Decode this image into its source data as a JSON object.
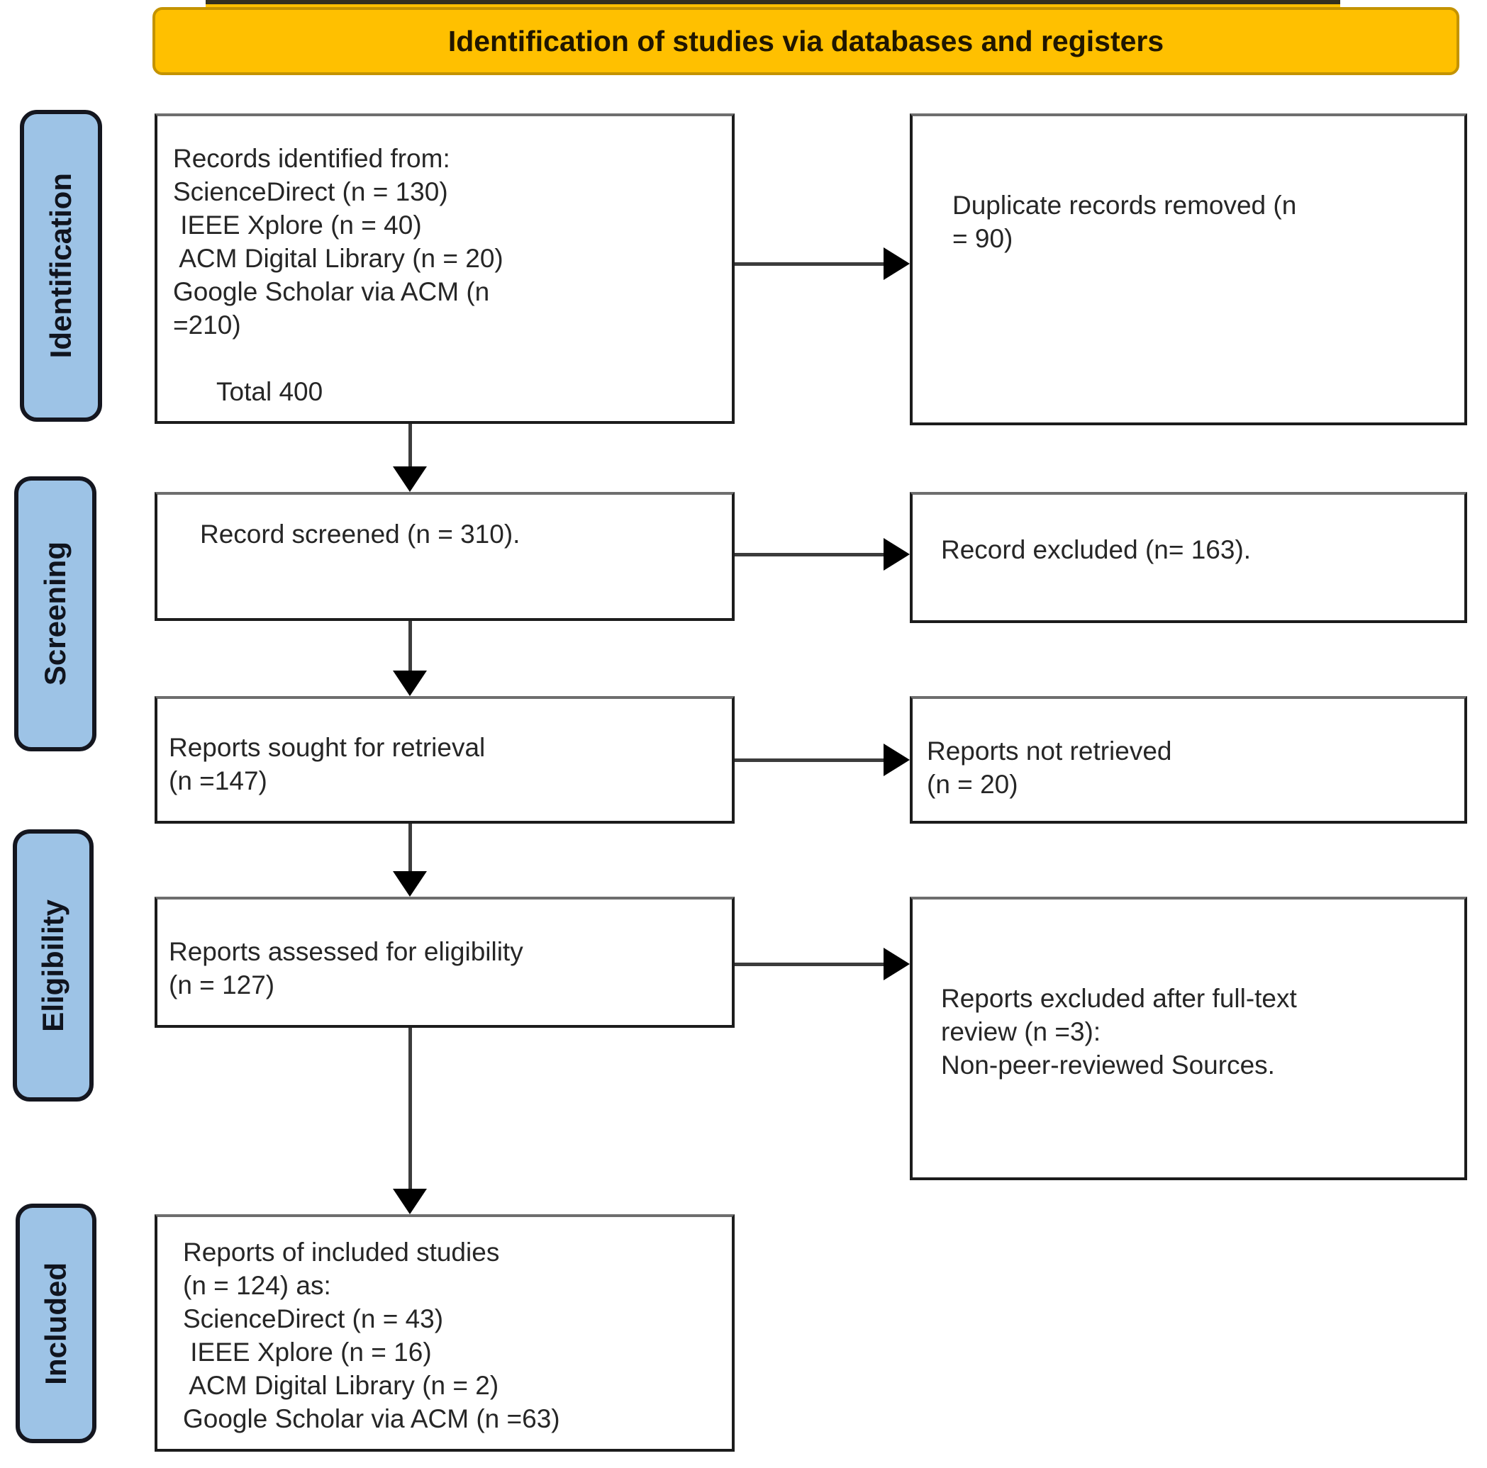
{
  "banner": {
    "text": "Identification of studies via databases and registers"
  },
  "stages": [
    {
      "label": "Identification"
    },
    {
      "label": "Screening"
    },
    {
      "label": "Eligibility"
    },
    {
      "label": "Included"
    }
  ],
  "boxes": {
    "records_identified": {
      "lines": [
        "Records identified from:",
        "ScienceDirect (n = 130)",
        " IEEE Xplore (n = 40)",
        " ACM Digital Library (n = 20)",
        "Google Scholar via ACM (n",
        "=210)",
        "",
        "      Total 400"
      ]
    },
    "duplicates_removed": {
      "lines": [
        "Duplicate records removed (n",
        "= 90)"
      ]
    },
    "records_screened": {
      "lines": [
        "Record screened (n = 310)."
      ]
    },
    "records_excluded": {
      "lines": [
        "Record excluded (n= 163)."
      ]
    },
    "reports_sought": {
      "lines": [
        "Reports sought for retrieval",
        "(n =147)"
      ]
    },
    "reports_not_retrieved": {
      "lines": [
        "Reports not retrieved",
        "(n = 20)"
      ]
    },
    "reports_assessed": {
      "lines": [
        "Reports assessed for eligibility",
        "(n = 127)"
      ]
    },
    "reports_excluded": {
      "lines": [
        "Reports excluded after full-text",
        "review (n =3):",
        "Non-peer-reviewed Sources."
      ]
    },
    "included_studies": {
      "lines": [
        "Reports of included studies",
        "(n = 124) as:",
        "ScienceDirect (n = 43)",
        " IEEE Xplore (n = 16)",
        " ACM Digital Library (n = 2)",
        "Google Scholar via ACM (n =63)"
      ]
    }
  },
  "colors": {
    "banner_bg": "#FFC000",
    "banner_border": "#C49300",
    "banner_text": "#201600",
    "stage_bg": "#9DC3E6",
    "stage_border": "#14161F",
    "box_border": "#1C1C1C",
    "arrow": "#3C3C3C",
    "arrowhead": "#000000"
  }
}
